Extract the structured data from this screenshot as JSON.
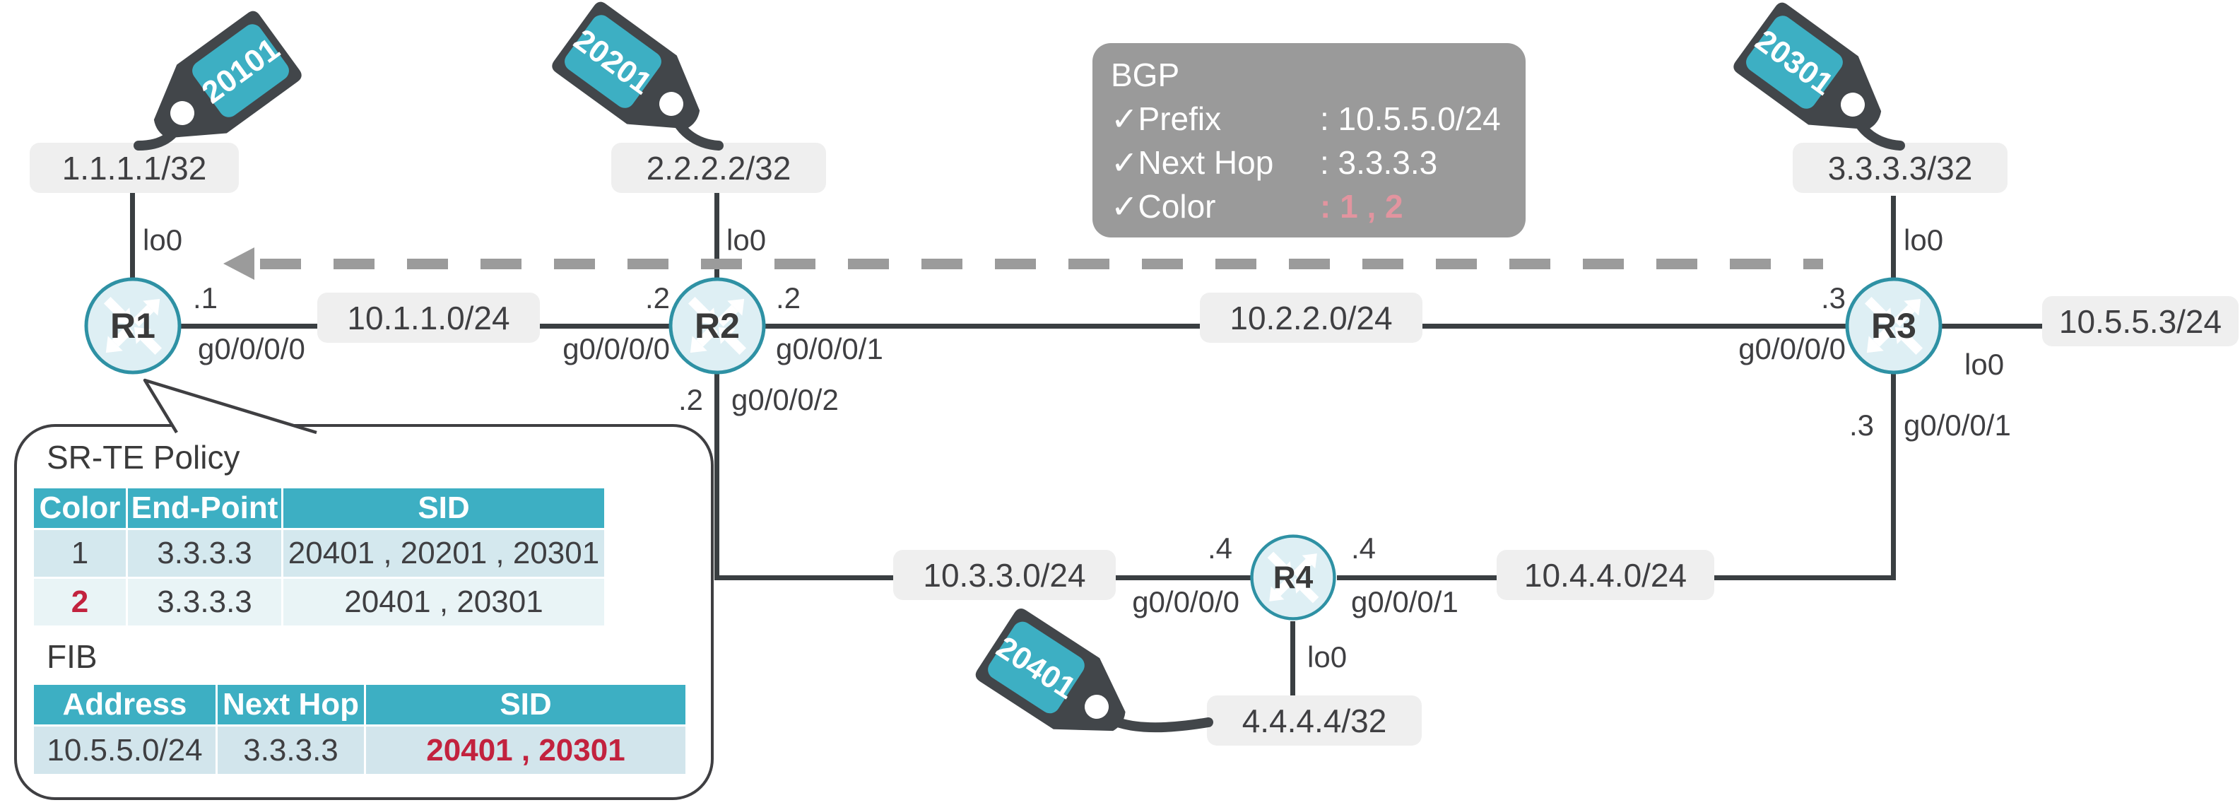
{
  "colors": {
    "teal": "#3DAFC3",
    "tag_body": "#42464A",
    "router_fill": "#DEEFF4",
    "router_stroke": "#2E91A4",
    "wire": "#3A3F42",
    "dashed_arrow": "#9B9B9B",
    "net_box_bg": "#EFEFEF",
    "bgp_panel_bg": "#9A9A9A",
    "red_accent": "#C2223E",
    "pink_accent": "#E2949F",
    "table_row_a": "#D4E8EE",
    "table_row_b": "#E9F4F6"
  },
  "routers": [
    {
      "name": "R1"
    },
    {
      "name": "R2"
    },
    {
      "name": "R3"
    },
    {
      "name": "R4"
    }
  ],
  "sid_tags": [
    {
      "sid": "20101",
      "attached_to": "1.1.1.1/32"
    },
    {
      "sid": "20201",
      "attached_to": "2.2.2.2/32"
    },
    {
      "sid": "20301",
      "attached_to": "3.3.3.3/32"
    },
    {
      "sid": "20401",
      "attached_to": "4.4.4.4/32"
    }
  ],
  "ip_boxes": {
    "r1_loopback": "1.1.1.1/32",
    "r2_loopback": "2.2.2.2/32",
    "r3_loopback": "3.3.3.3/32",
    "r4_loopback": "4.4.4.4/32",
    "net_r1_r2": "10.1.1.0/24",
    "net_r2_r3": "10.2.2.0/24",
    "net_r2_r4": "10.3.3.0/24",
    "net_r4_r3": "10.4.4.0/24",
    "r3_lan": "10.5.5.3/24"
  },
  "interface_labels": {
    "r1_lo0": "lo0",
    "r1_e0_ip": ".1",
    "r1_e0": "g0/0/0/0",
    "r2_lo0": "lo0",
    "r2_e0_ip": ".2",
    "r2_e0": "g0/0/0/0",
    "r2_e1_ip": ".2",
    "r2_e1": "g0/0/0/1",
    "r2_e2_ip": ".2",
    "r2_e2": "g0/0/0/2",
    "r3_lo0_top": "lo0",
    "r3_e0_ip": ".3",
    "r3_e0": "g0/0/0/0",
    "r3_e1_ip": ".3",
    "r3_e1": "g0/0/0/1",
    "r3_lo0_right": "lo0",
    "r4_e0_ip": ".4",
    "r4_e0": "g0/0/0/0",
    "r4_e1_ip": ".4",
    "r4_e1": "g0/0/0/1",
    "r4_lo0": "lo0"
  },
  "bgp_panel": {
    "title": "BGP",
    "rows": [
      {
        "check": "✓",
        "label": "Prefix",
        "value": ": 10.5.5.0/24"
      },
      {
        "check": "✓",
        "label": "Next Hop",
        "value": ": 3.3.3.3"
      },
      {
        "check": "✓",
        "label": "Color",
        "value": ": 1 , 2"
      }
    ]
  },
  "srte_panel": {
    "title": "SR-TE Policy",
    "table": {
      "headers": [
        "Color",
        "End-Point",
        "SID"
      ],
      "rows": [
        {
          "color": "1",
          "end_point": "3.3.3.3",
          "sid": "20401 , 20201 , 20301"
        },
        {
          "color": "2",
          "end_point": "3.3.3.3",
          "sid": "20401 , 20301"
        }
      ]
    },
    "fib_title": "FIB",
    "fib_table": {
      "headers": [
        "Address",
        "Next Hop",
        "SID"
      ],
      "rows": [
        {
          "address": "10.5.5.0/24",
          "next_hop": "3.3.3.3",
          "sid": "20401 , 20301"
        }
      ]
    }
  }
}
